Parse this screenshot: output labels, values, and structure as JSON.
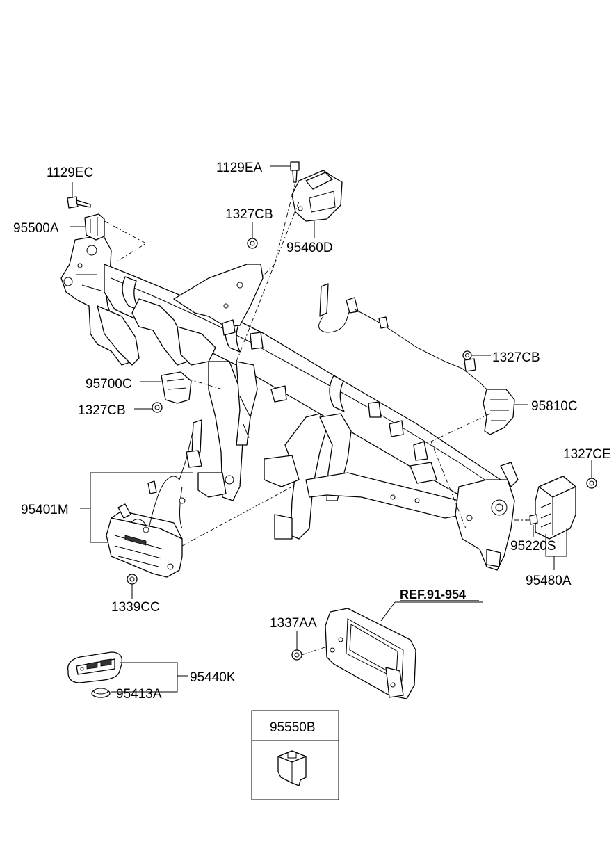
{
  "diagram": {
    "reference_label": "REF.91-954",
    "parts": [
      "1129EC",
      "95500A",
      "1129EA",
      "1327CB",
      "95460D",
      "1327CB",
      "95810C",
      "95700C",
      "1327CB",
      "1327CE",
      "95401M",
      "95220S",
      "95480A",
      "1339CC",
      "1337AA",
      "95440K",
      "95413A"
    ],
    "inset": {
      "title": "95550B"
    }
  }
}
